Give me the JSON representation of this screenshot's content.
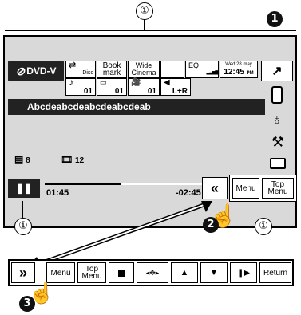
{
  "callouts": {
    "top_circle": "①",
    "left_circle": "①",
    "right_circle": "①",
    "black1": "1",
    "black2": "2",
    "black3": "3"
  },
  "header": {
    "source_label": "DVD-V",
    "disc_label": "Disc",
    "bookmark_label": "Book\nmark",
    "wide_label": "Wide\nCinema",
    "eq_label": "EQ",
    "date": "Wed 28 may",
    "time": "12:45",
    "ampm": "PM"
  },
  "subrow": {
    "audio_value": "01",
    "subtitle_value": "01",
    "angle_value": "01",
    "channel_value": "L+R"
  },
  "title_text": "Abcdeabcdeabcdeabcdeab",
  "info": {
    "chapter_count": "8",
    "title_count": "12"
  },
  "progress": {
    "elapsed": "01:45",
    "remaining": "-02:45",
    "fraction": 0.45
  },
  "bottom_right": {
    "menu_label": "Menu",
    "top_menu_label": "Top\nMenu"
  },
  "toolbar": {
    "menu_label": "Menu",
    "top_menu_label": "Top\nMenu",
    "return_label": "Return"
  }
}
